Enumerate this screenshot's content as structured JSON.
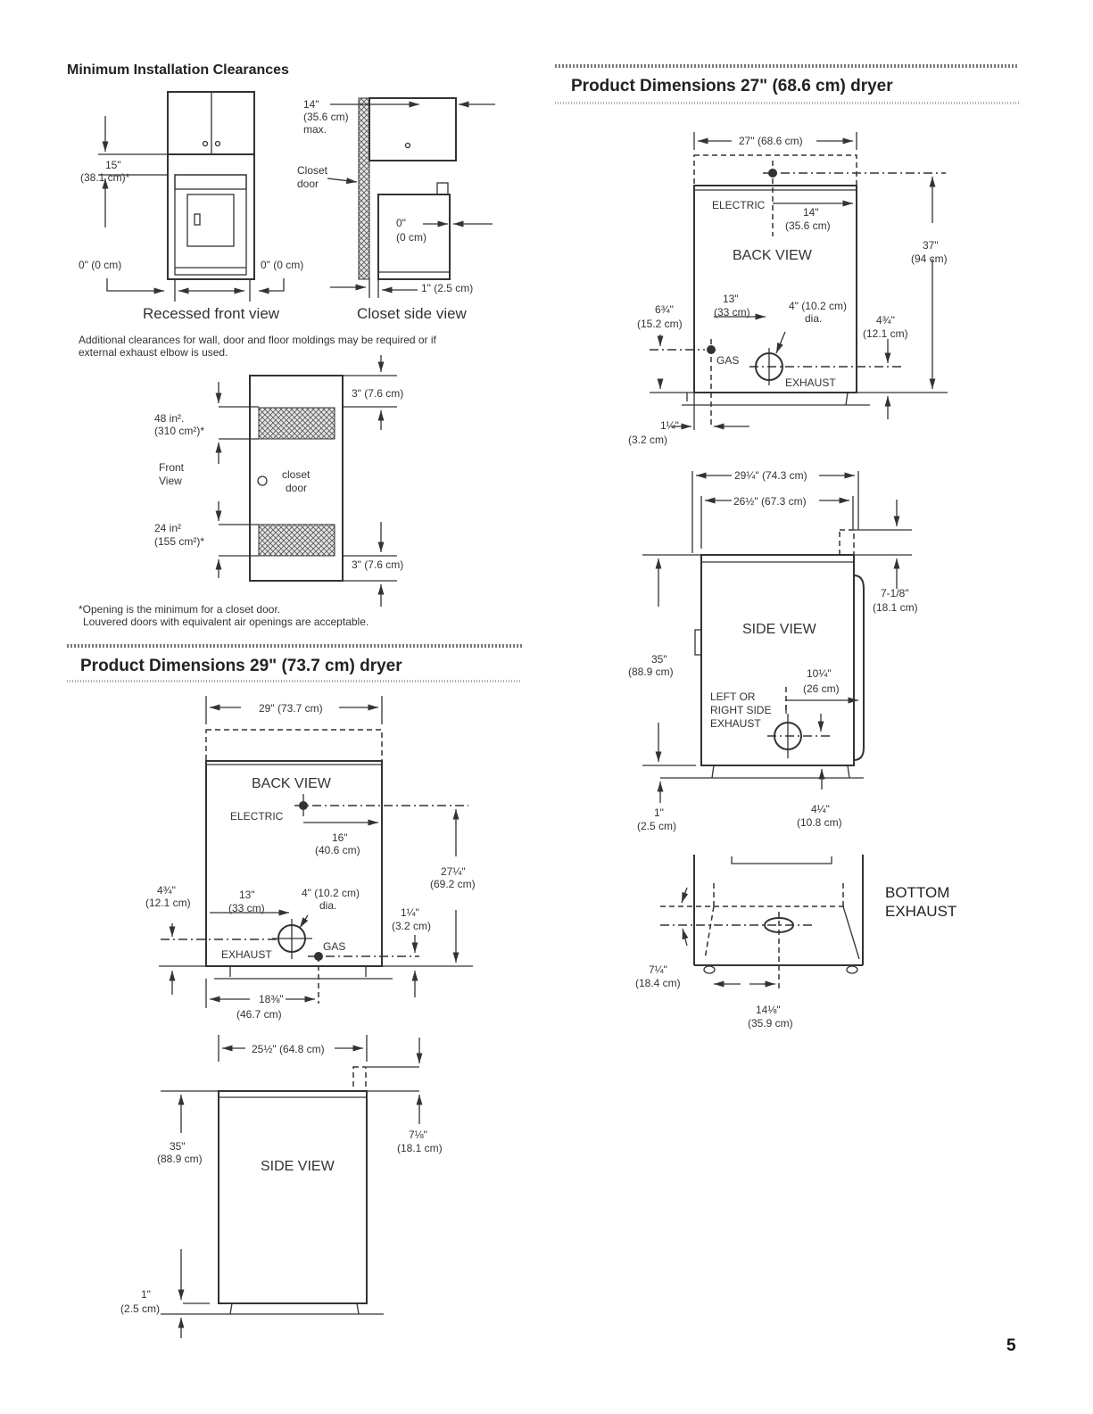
{
  "page_number": "5",
  "clearances": {
    "heading": "Minimum Installation Clearances",
    "front": {
      "top_in": "15\"",
      "top_cm": "(38.1 cm)*",
      "side_left": "0\" (0 cm)",
      "side_right": "0\" (0 cm)",
      "caption": "Recessed front view"
    },
    "side": {
      "top_in": "14\"",
      "top_cm": "(35.6 cm)",
      "top_max": "max.",
      "closet_door_1": "Closet",
      "closet_door_2": "door",
      "rear_in": "0\"",
      "rear_cm": "(0 cm)",
      "front_gap": "1\" (2.5 cm)",
      "caption": "Closet side view"
    },
    "additional_note_1": "Additional clearances for wall, door and floor moldings may be required or if",
    "additional_note_2": "external exhaust elbow is used.",
    "door": {
      "top_gap": "3\" (7.6 cm)",
      "bottom_gap": "3\" (7.6 cm)",
      "upper_area_in": "48 in².",
      "upper_area_cm": "(310 cm²)*",
      "lower_area_in": "24 in²",
      "lower_area_cm": "(155 cm²)*",
      "front_1": "Front",
      "front_2": "View",
      "closet_1": "closet",
      "closet_2": "door"
    },
    "footnote_1": "*Opening is the minimum for a closet door.",
    "footnote_2": "Louvered doors with equivalent air openings are acceptable."
  },
  "dryer29": {
    "heading": "Product Dimensions 29\" (73.7 cm) dryer",
    "back": {
      "width": "29\" (73.7 cm)",
      "title": "BACK VIEW",
      "electric": "ELECTRIC",
      "elec_in": "16\"",
      "elec_cm": "(40.6 cm)",
      "height_in": "27¼\"",
      "height_cm": "(69.2 cm)",
      "exh_left_in": "4¾\"",
      "exh_left_cm": "(12.1 cm)",
      "exh_x_in": "13\"",
      "exh_x_cm": "(33 cm)",
      "dia_in": "4\" (10.2 cm)",
      "dia": "dia.",
      "gas_h_in": "1¼\"",
      "gas_h_cm": "(3.2 cm)",
      "exhaust": "EXHAUST",
      "gas": "GAS",
      "gas_x_in": "18⅜\"",
      "gas_x_cm": "(46.7 cm)"
    },
    "side": {
      "depth": "25½\" (64.8 cm)",
      "title": "SIDE VIEW",
      "height_in": "35\"",
      "height_cm": "(88.9 cm)",
      "vent_in": "7⅛\"",
      "vent_cm": "(18.1 cm)",
      "foot_in": "1\"",
      "foot_cm": "(2.5 cm)"
    }
  },
  "dryer27": {
    "heading": "Product Dimensions 27\" (68.6 cm) dryer",
    "back": {
      "width": "27\" (68.6 cm)",
      "electric": "ELECTRIC",
      "elec_in": "14\"",
      "elec_cm": "(35.6 cm)",
      "title": "BACK VIEW",
      "height_in": "37\"",
      "height_cm": "(94 cm)",
      "gas_left_in": "6¾\"",
      "gas_left_cm": "(15.2 cm)",
      "exh_x_in": "13\"",
      "exh_x_cm": "(33 cm)",
      "dia_in": "4\" (10.2 cm)",
      "dia": "dia.",
      "exh_right_in": "4¾\"",
      "exh_right_cm": "(12.1 cm)",
      "gas": "GAS",
      "exhaust": "EXHAUST",
      "gas_offset_in": "1¼\"",
      "gas_offset_cm": "(3.2 cm)"
    },
    "side": {
      "depth_total": "29¼\" (74.3 cm)",
      "depth_body": "26½\" (67.3 cm)",
      "title": "SIDE VIEW",
      "height_in": "35\"",
      "height_cm": "(88.9 cm)",
      "vent_in": "7-1/8\"",
      "vent_cm": "(18.1 cm)",
      "exhaust_x_in": "10¼\"",
      "exhaust_x_cm": "(26 cm)",
      "left_or": "LEFT OR",
      "right_side": "RIGHT SIDE",
      "exhaust": "EXHAUST",
      "foot_in": "1\"",
      "foot_cm": "(2.5 cm)",
      "exh_h_in": "4¼\"",
      "exh_h_cm": "(10.8 cm)"
    },
    "bottom": {
      "title_1": "BOTTOM",
      "title_2": "EXHAUST",
      "h_in": "7¼\"",
      "h_cm": "(18.4 cm)",
      "x_in": "14⅛\"",
      "x_cm": "(35.9 cm)"
    }
  }
}
